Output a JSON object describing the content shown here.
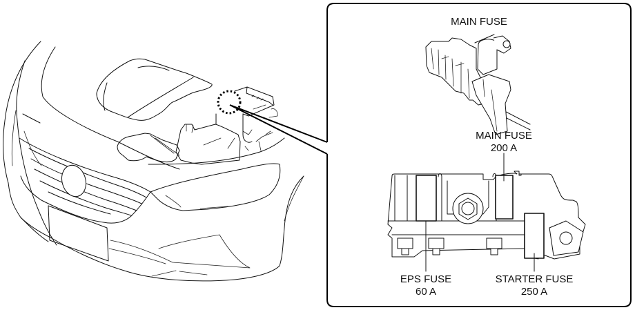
{
  "diagram": {
    "subject": "Vehicle front engine compartment with fuse block detail",
    "callout": {
      "title": "MAIN FUSE",
      "labels": {
        "main_fuse": {
          "name": "MAIN FUSE",
          "rating": "200 A"
        },
        "eps_fuse": {
          "name": "EPS FUSE",
          "rating": "60 A"
        },
        "starter_fuse": {
          "name": "STARTER FUSE",
          "rating": "250 A"
        }
      }
    },
    "colors": {
      "line": "#111111",
      "background": "#ffffff"
    }
  }
}
